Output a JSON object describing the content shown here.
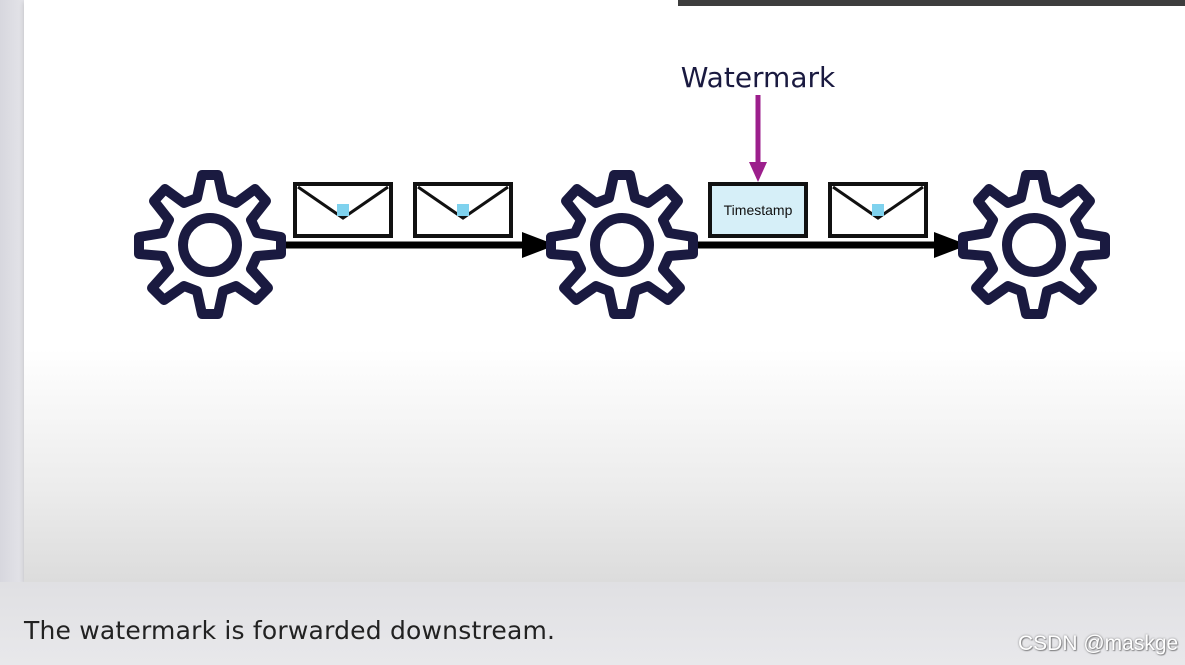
{
  "diagram": {
    "watermark_label": "Watermark",
    "timestamp_label": "Timestamp",
    "colors": {
      "gear_stroke": "#1a1a40",
      "watermark_arrow": "#9c1f8c",
      "timestamp_fill": "#d6eff8",
      "envelope_seal": "#7fd2ee"
    }
  },
  "caption": {
    "text": "The watermark is forwarded downstream."
  },
  "credit": {
    "text": "CSDN @maskge"
  }
}
